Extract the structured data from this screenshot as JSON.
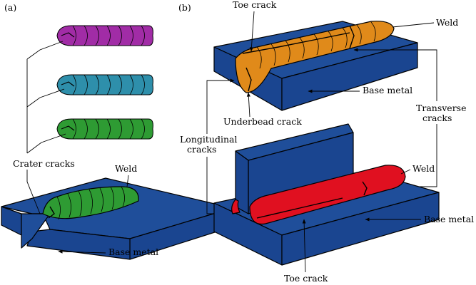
{
  "panels": {
    "a": "(a)",
    "b": "(b)"
  },
  "panel_a": {
    "crater_cracks": "Crater cracks",
    "weld": "Weld",
    "base_metal": "Base metal"
  },
  "panel_b": {
    "toe_crack_top": "Toe crack",
    "weld_top": "Weld",
    "base_metal_top": "Base metal",
    "underbead_crack": "Underbead crack",
    "transverse_cracks": [
      "Transverse",
      "cracks"
    ],
    "longitudinal_cracks": [
      "Longitudinal",
      "cracks"
    ],
    "weld_bottom": "Weld",
    "base_metal_bottom": "Base metal",
    "toe_crack_bottom": "Toe crack"
  },
  "colors": {
    "base_metal_top": "#1f4e9a",
    "base_metal_side": "#1a4590",
    "weld_purple": "#a12ca6",
    "weld_teal": "#2e8fab",
    "weld_green": "#2e9b33",
    "weld_orange": "#e08a1a",
    "weld_red": "#e01020"
  }
}
